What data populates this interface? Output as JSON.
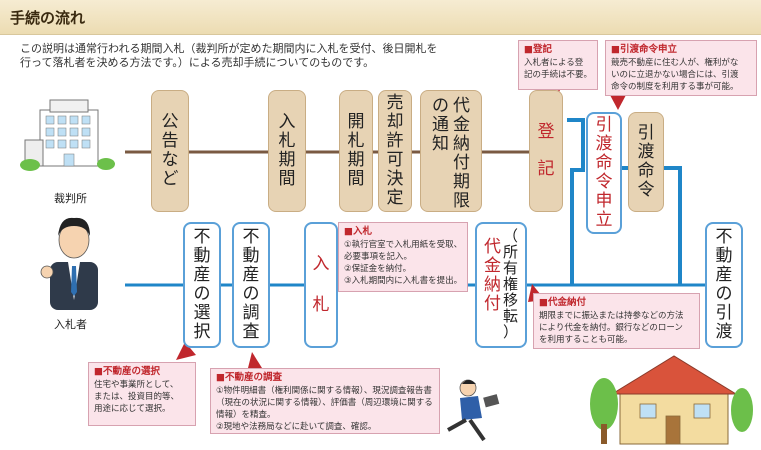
{
  "header": {
    "title": "手続の流れ"
  },
  "intro": {
    "line1": "この説明は通常行われる期間入札（裁判所が定めた期間内に入札を受付、後日開札を",
    "line2": "行って落札者を決める方法です。）による売却手続についてのものです。"
  },
  "actors": {
    "court": "裁判所",
    "bidder": "入札者"
  },
  "court_steps": [
    {
      "chars": [
        "公",
        "告",
        "な",
        "ど"
      ]
    },
    {
      "chars": [
        "入",
        "札",
        "期",
        "間"
      ]
    },
    {
      "chars": [
        "開",
        "札",
        "期",
        "間"
      ]
    },
    {
      "chars": [
        "売",
        "却",
        "許",
        "可",
        "決",
        "定"
      ]
    },
    {
      "chars": [
        "代",
        "金",
        "納",
        "付",
        "期",
        "限",
        "の",
        "通",
        "知"
      ]
    },
    {
      "chars": [
        "登",
        "記"
      ]
    },
    {
      "chars": [
        "引",
        "渡",
        "命",
        "令",
        "申",
        "立"
      ]
    },
    {
      "chars": [
        "引",
        "渡",
        "命",
        "令"
      ]
    }
  ],
  "bidder_steps": [
    {
      "chars": [
        "不",
        "動",
        "産",
        "の",
        "選",
        "択"
      ]
    },
    {
      "chars": [
        "不",
        "動",
        "産",
        "の",
        "調",
        "査"
      ]
    },
    {
      "chars": [
        "入",
        "札"
      ]
    },
    {
      "chars": [
        "代",
        "金",
        "納",
        "付"
      ],
      "paren": [
        "（",
        "所",
        "有",
        "権",
        "移",
        "転",
        "）"
      ]
    },
    {
      "chars": [
        "不",
        "動",
        "産",
        "の",
        "引",
        "渡"
      ]
    }
  ],
  "notes": {
    "registration": {
      "title": "■登記",
      "lines": [
        "入札者による登",
        "記の手続は不要。"
      ]
    },
    "order": {
      "title": "■引渡命令申立",
      "lines": [
        "競売不動産に住む人が、権利がな",
        "いのに立退かない場合には、引渡",
        "命令の制度を利用する事が可能。"
      ]
    },
    "bid": {
      "title": "■入札",
      "lines": [
        "①執行官室で入札用紙を受取、",
        "必要事項を記入。",
        "②保証金を納付。",
        "③入札期間内に入札書を提出。"
      ]
    },
    "payment": {
      "title": "■代金納付",
      "lines": [
        "期限までに振込または持参などの方法",
        "により代金を納付。銀行などのローン",
        "を利用することも可能。"
      ]
    },
    "selection": {
      "title": "■不動産の選択",
      "lines": [
        "住宅や事業所として、",
        "または、投資目的等、",
        "用途に応じて選択。"
      ]
    },
    "survey": {
      "title": "■不動産の調査",
      "lines": [
        "①物件明細書（権利関係に関する情報）、現況調査報告書",
        "（現在の状況に関する情報）、評価書（周辺環境に関する",
        "情報）を精査。",
        "②現地や法務局などに赴いて調査、確認。"
      ]
    }
  },
  "colors": {
    "court_line": "#7a5a42",
    "bidder_line": "#1f86c8",
    "tan_box": "#e7d3b4",
    "note_bg": "#fbe4ea",
    "note_title": "#c0272d"
  }
}
